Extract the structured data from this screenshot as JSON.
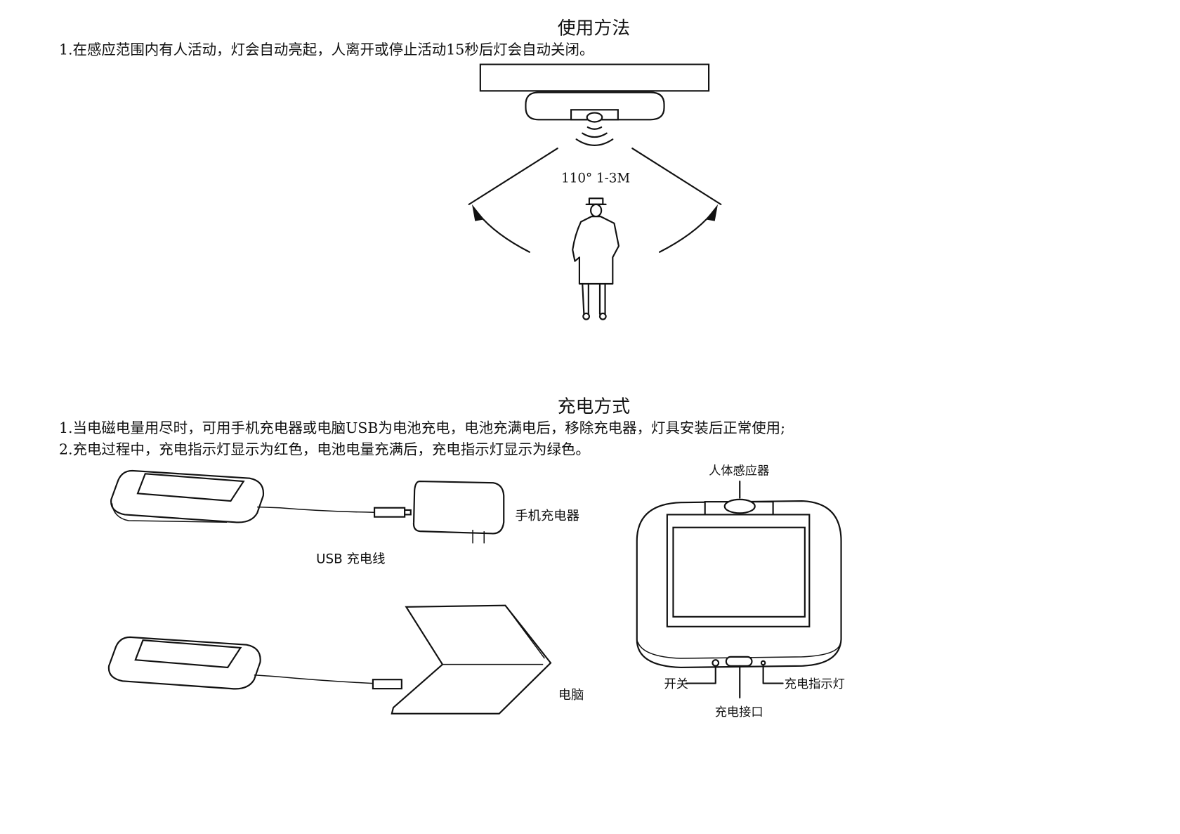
{
  "usage": {
    "title": "使用方法",
    "line1": "1.在感应范围内有人活动，灯会自动亮起，人离开或停止活动15秒后灯会自动关闭。",
    "angle_label": "110°  1-3M"
  },
  "charging": {
    "title": "充电方式",
    "line1": "1.当电磁电量用尽时，可用手机充电器或电脑USB为电池充电，电池充满电后，移除充电器，灯具安装后正常使用;",
    "line2": "2.充电过程中，充电指示灯显示为红色，电池电量充满后，充电指示灯显示为绿色。",
    "phone_charger_label": "手机充电器",
    "usb_cable_label": "USB 充电线",
    "computer_label": "电脑",
    "sensor_label": "人体感应器",
    "switch_label": "开关",
    "indicator_label": "充电指示灯",
    "port_label": "充电接口"
  }
}
